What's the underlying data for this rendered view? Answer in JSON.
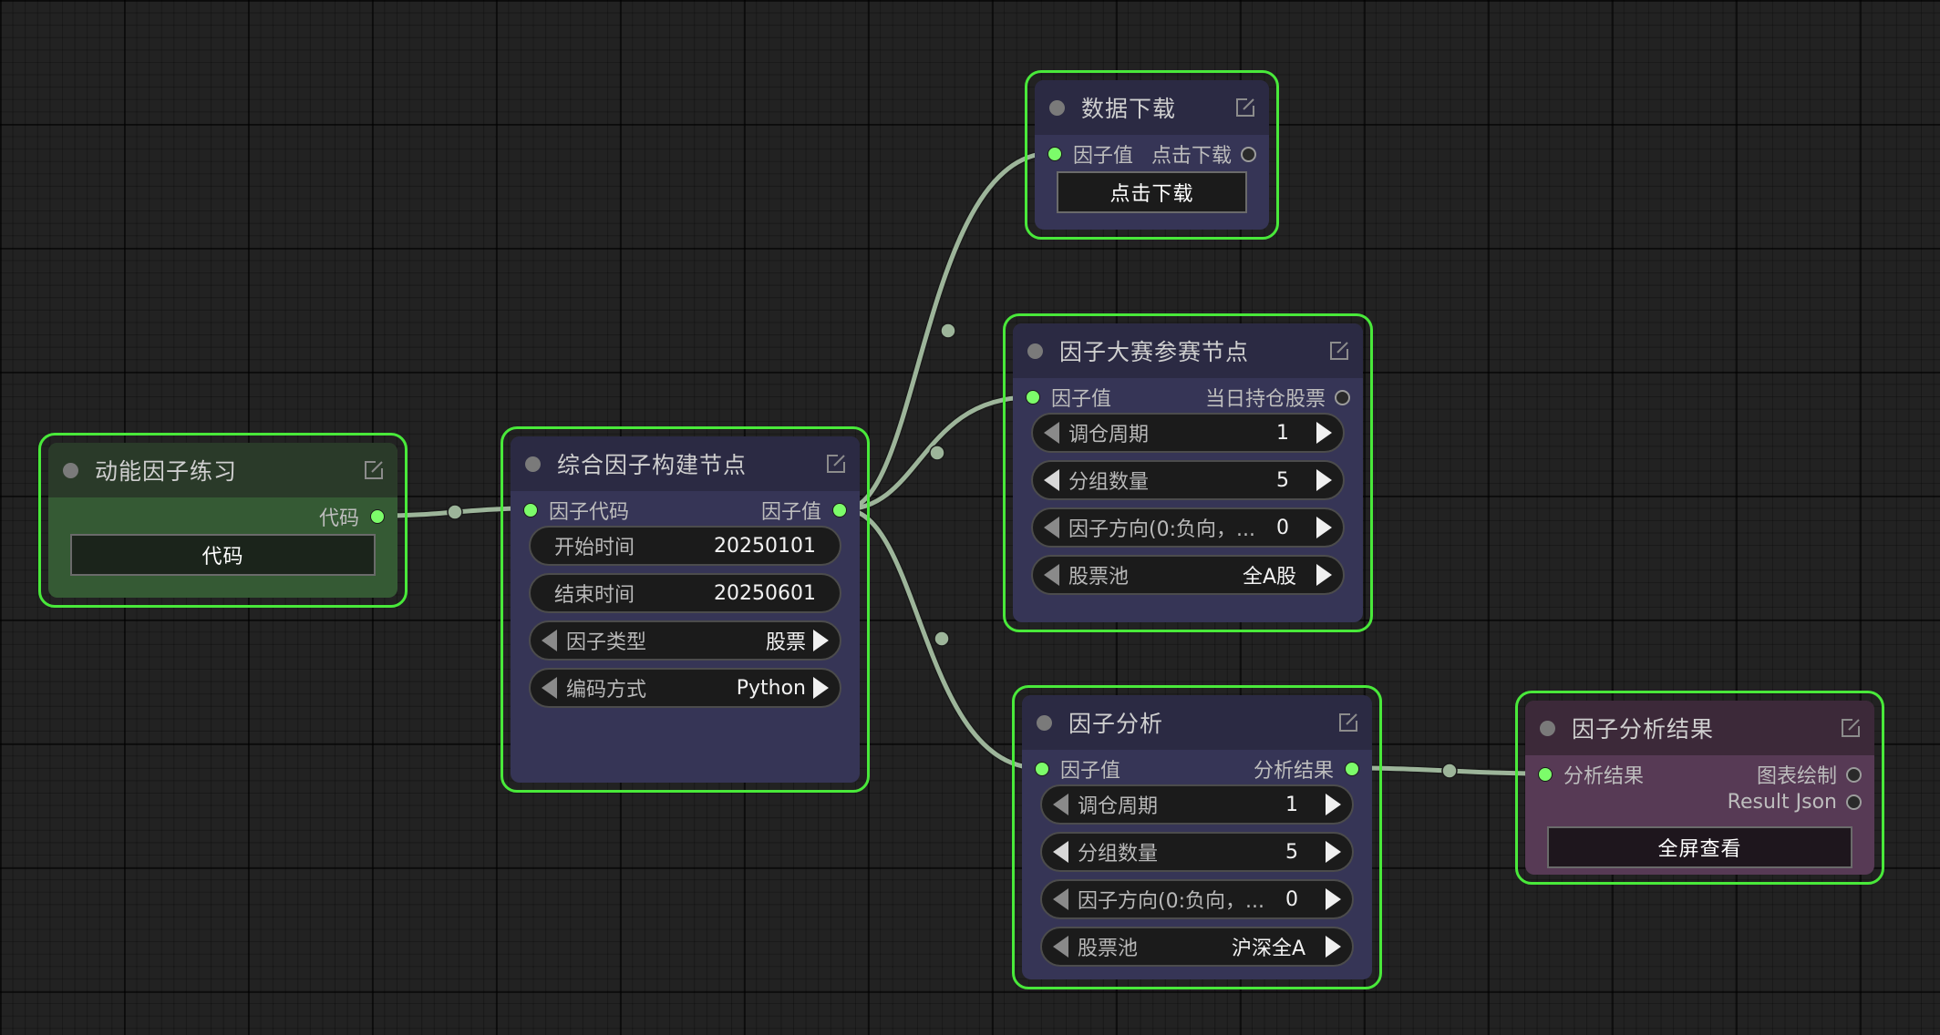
{
  "colors": {
    "canvas": "#222222",
    "node_border_selected": "#49e93a",
    "link": "#9db59a",
    "green_node_header": "#2a3a29",
    "green_node_body": "#355a34",
    "blue_node_header": "#2b2a43",
    "blue_node_body": "#363556",
    "purple_node_header": "#3c2939",
    "purple_node_body": "#573a55"
  },
  "nodes": {
    "momentum": {
      "title": "动能因子练习",
      "outputs": [
        "代码"
      ],
      "button_label": "代码"
    },
    "builder": {
      "title": "综合因子构建节点",
      "inputs": [
        "因子代码"
      ],
      "outputs": [
        "因子值"
      ],
      "widgets": [
        {
          "label": "开始时间",
          "value": "20250101",
          "kind": "text"
        },
        {
          "label": "结束时间",
          "value": "20250601",
          "kind": "text"
        },
        {
          "label": "因子类型",
          "value": "股票",
          "kind": "combo"
        },
        {
          "label": "编码方式",
          "value": "Python",
          "kind": "combo"
        }
      ]
    },
    "download": {
      "title": "数据下载",
      "inputs": [
        "因子值"
      ],
      "outputs": [
        "点击下载"
      ],
      "button_label": "点击下载"
    },
    "contest": {
      "title": "因子大赛参赛节点",
      "inputs": [
        "因子值"
      ],
      "outputs": [
        "当日持仓股票"
      ],
      "widgets": [
        {
          "label": "调仓周期",
          "value": "1",
          "kind": "number"
        },
        {
          "label": "分组数量",
          "value": "5",
          "kind": "number"
        },
        {
          "label": "因子方向(0:负向，...",
          "value": "0",
          "kind": "number"
        },
        {
          "label": "股票池",
          "value": "全A股",
          "kind": "combo"
        }
      ]
    },
    "analysis": {
      "title": "因子分析",
      "inputs": [
        "因子值"
      ],
      "outputs": [
        "分析结果"
      ],
      "widgets": [
        {
          "label": "调仓周期",
          "value": "1",
          "kind": "number"
        },
        {
          "label": "分组数量",
          "value": "5",
          "kind": "number"
        },
        {
          "label": "因子方向(0:负向，...",
          "value": "0",
          "kind": "number"
        },
        {
          "label": "股票池",
          "value": "沪深全A",
          "kind": "combo"
        }
      ]
    },
    "result": {
      "title": "因子分析结果",
      "inputs": [
        "分析结果"
      ],
      "outputs": [
        "图表绘制",
        "Result Json"
      ],
      "button_label": "全屏查看"
    }
  }
}
